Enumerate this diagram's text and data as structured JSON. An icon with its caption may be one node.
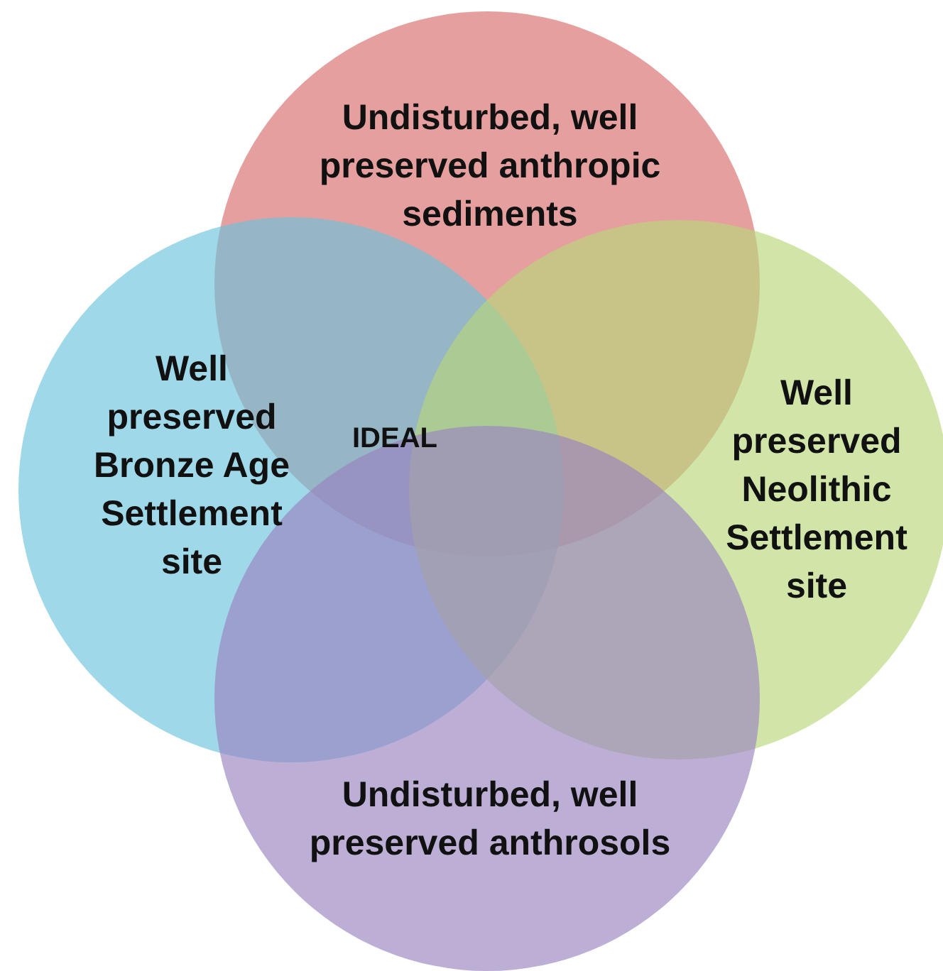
{
  "diagram": {
    "nodes": [
      {
        "text": [
          "Undisturbed, well preserved anthropic sediments"
        ]
      },
      {
        "text": [
          "Well preserved Bronze Age Settlement site"
        ]
      },
      {
        "text": [
          "Well preserved Neolithic Settlement site"
        ]
      },
      {
        "text": [
          "Undisturbed, well preserved anthrosols"
        ]
      }
    ],
    "labels": [
      "IDEAL"
    ]
  }
}
